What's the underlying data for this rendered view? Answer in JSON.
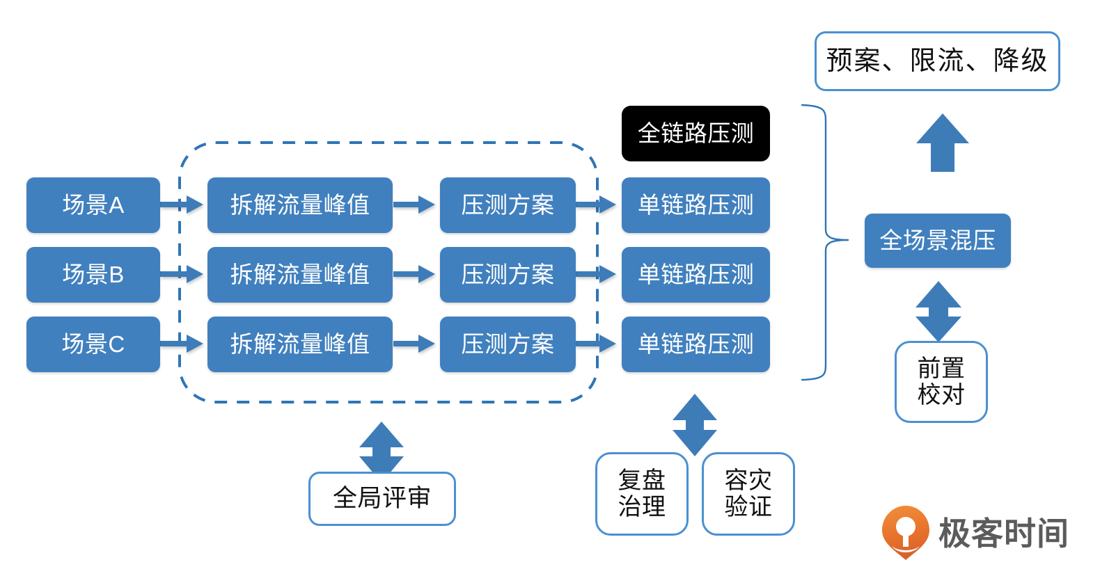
{
  "diagram": {
    "title_semantic": "full-link-stress-test-architecture",
    "colors": {
      "box_blue": "#4180BE",
      "outline_blue": "#4A90D1",
      "arrow_blue": "#3E7CB8",
      "black_box": "#000000",
      "logo_orange": "#E8742C",
      "logo_gray": "#5B5B5B"
    },
    "scenario_column": [
      {
        "label": "场景A"
      },
      {
        "label": "场景B"
      },
      {
        "label": "场景C"
      }
    ],
    "peak_column": [
      {
        "label": "拆解流量峰值"
      },
      {
        "label": "拆解流量峰值"
      },
      {
        "label": "拆解流量峰值"
      }
    ],
    "plan_column": [
      {
        "label": "压测方案"
      },
      {
        "label": "压测方案"
      },
      {
        "label": "压测方案"
      }
    ],
    "single_link_column": [
      {
        "label": "单链路压测"
      },
      {
        "label": "单链路压测"
      },
      {
        "label": "单链路压测"
      }
    ],
    "full_link_banner": {
      "label": "全链路压测"
    },
    "mixed_scenario": {
      "label": "全场景混压"
    },
    "top_outcome": {
      "label": "预案、限流、降级"
    },
    "pre_check": {
      "label": "前置\n校对"
    },
    "global_review": {
      "label": "全局评审"
    },
    "review_governance": {
      "label": "复盘\n治理"
    },
    "dr_verification": {
      "label": "容灾\n验证"
    },
    "logo": {
      "text": "极客时间",
      "icon": "geektime-pin-icon"
    }
  }
}
